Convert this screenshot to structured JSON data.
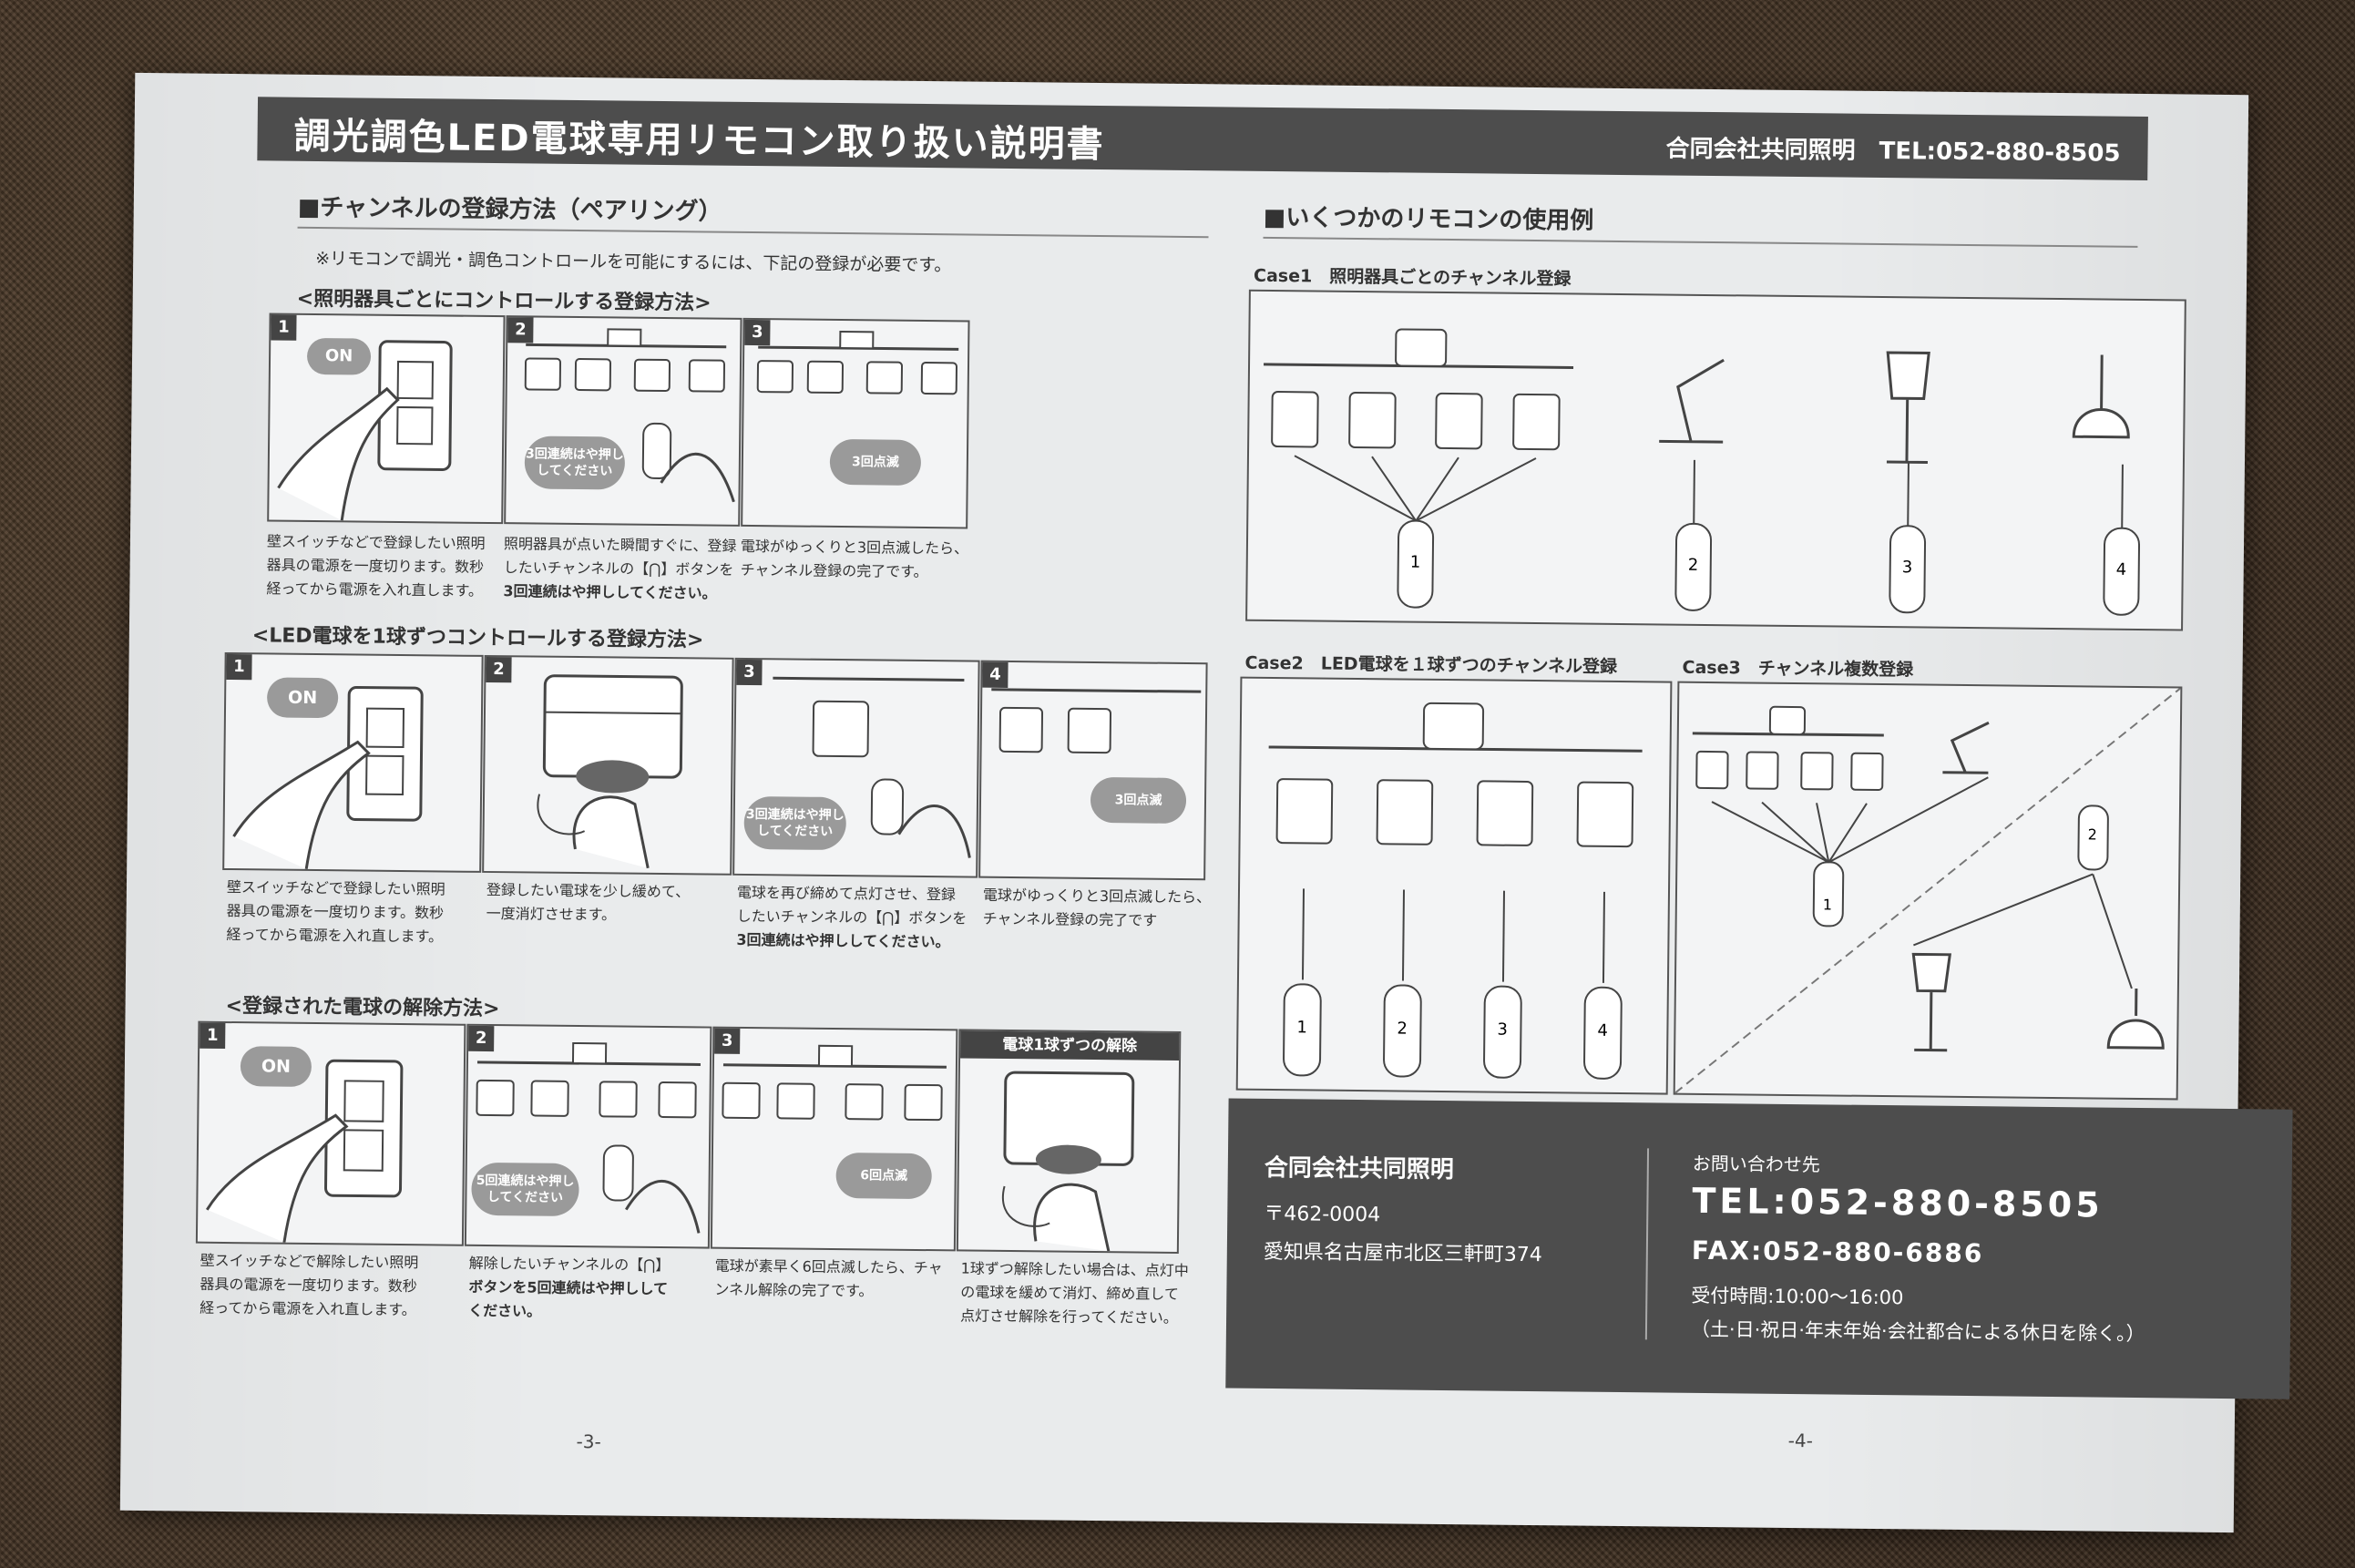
{
  "header": {
    "title": "調光調色LED電球専用リモコン取り扱い説明書",
    "company_tel": "合同会社共同照明　TEL:052-880-8505"
  },
  "left": {
    "section_title": "■チャンネルの登録方法（ペアリング）",
    "note": "※リモコンで調光・調色コントロールを可能にするには、下記の登録が必要です。",
    "part1": {
      "heading": "<照明器具ごとにコントロールする登録方法>",
      "bubble_on": "ON",
      "bubble_press": "3回連続はや押ししてください",
      "bubble_blink": "3回点滅",
      "caps": [
        {
          "l1": "壁スイッチなどで登録したい照明",
          "l2": "器具の電源を一度切ります。数秒",
          "l3": "経ってから電源を入れ直します。"
        },
        {
          "l1": "照明器具が点いた瞬間すぐに、登録",
          "l2": "したいチャンネルの【⋂】ボタンを",
          "l3": "3回連続はや押ししてください。"
        },
        {
          "l1": "電球がゆっくりと3回点滅したら、",
          "l2": "チャンネル登録の完了です。",
          "l3": ""
        }
      ]
    },
    "part2": {
      "heading": "<LED電球を1球ずつコントロールする登録方法>",
      "bubble_on": "ON",
      "bubble_press": "3回連続はや押ししてください",
      "bubble_blink": "3回点滅",
      "caps": [
        {
          "l1": "壁スイッチなどで登録したい照明",
          "l2": "器具の電源を一度切ります。数秒",
          "l3": "経ってから電源を入れ直します。"
        },
        {
          "l1": "登録したい電球を少し緩めて、",
          "l2": "一度消灯させます。",
          "l3": ""
        },
        {
          "l1": "電球を再び締めて点灯させ、登録",
          "l2": "したいチャンネルの【⋂】ボタンを",
          "l3": "3回連続はや押ししてください。"
        },
        {
          "l1": "電球がゆっくりと3回点滅したら、",
          "l2": "チャンネル登録の完了です",
          "l3": ""
        }
      ]
    },
    "part3": {
      "heading": "<登録された電球の解除方法>",
      "bubble_on": "ON",
      "bubble_press": "5回連続はや押ししてください",
      "bubble_blink": "6回点滅",
      "tag": "電球1球ずつの解除",
      "caps": [
        {
          "l1": "壁スイッチなどで解除したい照明",
          "l2": "器具の電源を一度切ります。数秒",
          "l3": "経ってから電源を入れ直します。"
        },
        {
          "l1": "解除したいチャンネルの【⋂】",
          "l2": "ボタンを5回連続はや押しして",
          "l3": "ください。"
        },
        {
          "l1": "電球が素早く6回点滅したら、チャ",
          "l2": "ンネル解除の完了です。",
          "l3": ""
        },
        {
          "l1": "1球ずつ解除したい場合は、点灯中",
          "l2": "の電球を緩めて消灯、締め直して",
          "l3": "点灯させ解除を行ってください。"
        }
      ]
    },
    "page": "-3-"
  },
  "right": {
    "section_title": "■いくつかのリモコンの使用例",
    "case1": "Case1　照明器具ごとのチャンネル登録",
    "case2": "Case2　LED電球を１球ずつのチャンネル登録",
    "case3": "Case3　チャンネル複数登録",
    "remote_nums": [
      "1",
      "2",
      "3",
      "4"
    ],
    "contact": {
      "company": "合同会社共同照明",
      "zip": "〒462-0004",
      "address": "愛知県名古屋市北区三軒町374",
      "inquiry": "お問い合わせ先",
      "tel": "TEL:052-880-8505",
      "fax": "FAX:052-880-6886",
      "hours": "受付時間:10:00～16:00",
      "holiday": "（土·日·祝日·年末年始·会社都合による休日を除く。）"
    },
    "page": "-4-"
  },
  "colors": {
    "banner": "#4d4d4d",
    "paper": "#e9ebec",
    "bubble": "#9a9a9a"
  }
}
